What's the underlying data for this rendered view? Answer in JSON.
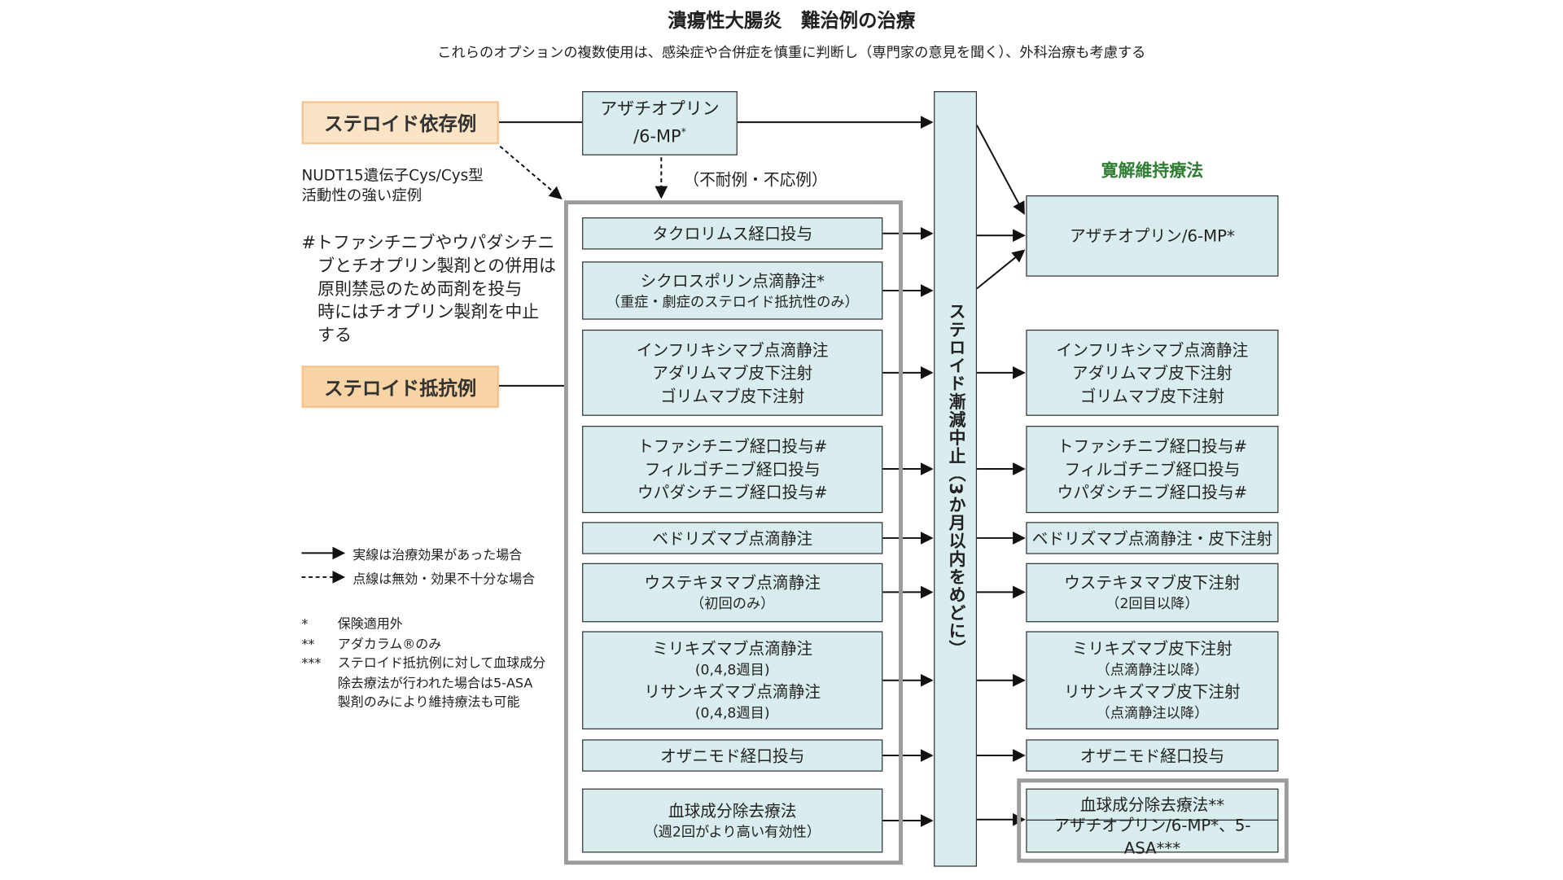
{
  "title": "潰瘍性大腸炎　難治例の治療",
  "subtitle": "これらのオプションの複数使用は、感染症や合併症を慎重に判断し（専門家の意見を聞く）、外科治療も考慮する",
  "left_labels": {
    "steroid_dependent": "ステロイド依存例",
    "steroid_resistant": "ステロイド抵抗例",
    "nudt15_line1": "NUDT15遺伝子Cys/Cys型",
    "nudt15_line2": "活動性の強い症例",
    "intolerant": "（不耐例・不応例）",
    "hash_note": [
      "#トファシチニブやウパダシチニ",
      "ブとチオプリン製剤との併用は",
      "原則禁忌のため両剤を投与",
      "時にはチオプリン製剤を中止",
      "する"
    ]
  },
  "azathioprine_box": {
    "line1": "アザチオプリン",
    "line2": "/6-MP",
    "mark": "*"
  },
  "taper_column": "ステロイド漸減中止（3か月以内をめどに）",
  "induction": [
    {
      "lines": [
        "タクロリムス経口投与"
      ],
      "subs": []
    },
    {
      "lines": [
        "シクロスポリン点滴静注*"
      ],
      "subs": [
        "（重症・劇症のステロイド抵抗性のみ）"
      ]
    },
    {
      "lines": [
        "インフリキシマブ点滴静注",
        "アダリムマブ皮下注射",
        "ゴリムマブ皮下注射"
      ],
      "subs": []
    },
    {
      "lines": [
        "トファシチニブ経口投与#",
        "フィルゴチニブ経口投与",
        "ウパダシチニブ経口投与#"
      ],
      "subs": []
    },
    {
      "lines": [
        "ベドリズマブ点滴静注"
      ],
      "subs": []
    },
    {
      "lines": [
        "ウステキヌマブ点滴静注"
      ],
      "subs": [
        "（初回のみ）"
      ]
    },
    {
      "lines": [
        "ミリキズマブ点滴静注",
        "(0,4,8週目)",
        "リサンキズマブ点滴静注",
        "(0,4,8週目)"
      ],
      "subs": []
    },
    {
      "lines": [
        "オザニモド経口投与"
      ],
      "subs": []
    },
    {
      "lines": [
        "血球成分除去療法"
      ],
      "subs": [
        "（週2回がより高い有効性）"
      ]
    }
  ],
  "maintenance_title": "寛解維持療法",
  "maintenance": [
    {
      "lines": [
        "アザチオプリン/6-MP*"
      ]
    },
    {
      "lines": [
        "インフリキシマブ点滴静注",
        "アダリムマブ皮下注射",
        "ゴリムマブ皮下注射"
      ]
    },
    {
      "lines": [
        "トファシチニブ経口投与#",
        "フィルゴチニブ経口投与",
        "ウパダシチニブ経口投与#"
      ]
    },
    {
      "lines": [
        "ベドリズマブ点滴静注・皮下注射"
      ]
    },
    {
      "lines": [
        "ウステキヌマブ皮下注射",
        "（2回目以降）"
      ]
    },
    {
      "lines": [
        "ミリキズマブ皮下注射",
        "（点滴静注以降）",
        "リサンキズマブ皮下注射",
        "（点滴静注以降）"
      ]
    },
    {
      "lines": [
        "オザニモド経口投与"
      ]
    },
    {
      "lines": [
        "血球成分除去療法**"
      ]
    },
    {
      "lines": [
        "アザチオプリン/6-MP*、5-ASA***"
      ]
    }
  ],
  "legend": {
    "solid": "実線は治療効果があった場合",
    "dashed": "点線は無効・効果不十分な場合"
  },
  "footnotes": [
    {
      "mark": "*",
      "text": "保険適用外"
    },
    {
      "mark": "**",
      "text": "アダカラム®のみ"
    },
    {
      "mark": "***",
      "text": "ステロイド抵抗例に対して血球成分"
    },
    {
      "mark": "",
      "text": "除去療法が行われた場合は5-ASA"
    },
    {
      "mark": "",
      "text": "製剤のみにより維持療法も可能"
    }
  ],
  "colors": {
    "box_fill": "#d9ecee",
    "orange": "#fbe3c6",
    "frame": "#9c9c9c",
    "green": "#2e7d32"
  }
}
